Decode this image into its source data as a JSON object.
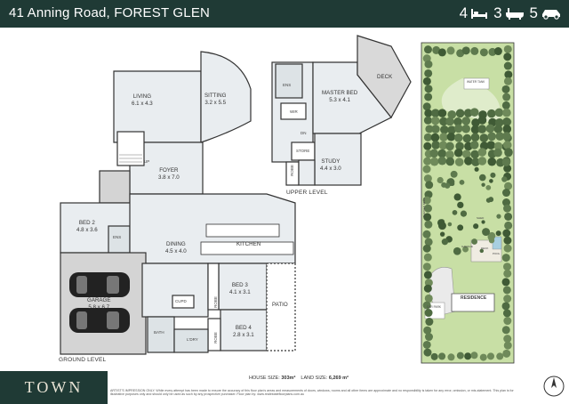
{
  "header": {
    "address": "41 Anning Road, FOREST GLEN",
    "bedrooms": "4",
    "bathrooms": "3",
    "car_spaces": "5",
    "icons": [
      "bed-icon",
      "bath-icon",
      "car-icon"
    ]
  },
  "ground_level": {
    "label": "GROUND LEVEL",
    "rooms": {
      "living_name": "LIVING",
      "living_dim": "6.1 x 4.3",
      "sitting_name": "SITTING",
      "sitting_dim": "3.2 x 5.5",
      "foyer_name": "FOYER",
      "foyer_dim": "3.8 x 7.0",
      "bed2_name": "BED 2",
      "bed2_dim": "4.8 x 3.6",
      "ens": "ENS",
      "dining_name": "DINING",
      "dining_dim": "4.5 x 4.0",
      "kitchen": "KITCHEN",
      "garage_name": "GARAGE",
      "garage_dim": "5.8 x 6.7",
      "bed3_name": "BED 3",
      "bed3_dim": "4.1 x 3.1",
      "bed4_name": "BED 4",
      "bed4_dim": "2.8 x 3.1",
      "patio": "PATIO",
      "cupd": "CUPD",
      "bath": "BATH",
      "ldry": "L'DRY",
      "robe": "ROBE",
      "robe2": "ROBE",
      "up": "UP"
    }
  },
  "upper_level": {
    "label": "UPPER LEVEL",
    "rooms": {
      "ens": "ENS",
      "wir": "WIR",
      "master_name": "MASTER BED",
      "master_dim": "5.3 x 4.1",
      "deck": "DECK",
      "store": "STORE",
      "study_name": "STUDY",
      "study_dim": "4.4 x 3.0",
      "robe": "ROBE",
      "dn": "DN"
    }
  },
  "site": {
    "residence": "RESIDENCE",
    "water_tank": "WATER TANK",
    "car_park": "CAR PARK",
    "garden_beds": "GARDEN BEDS",
    "shed": "SHED",
    "pool": "POOL",
    "deck": "DECK",
    "garage": "GARAGE"
  },
  "footer": {
    "logo": "TOWN",
    "house_size_label": "HOUSE SIZE:",
    "house_size": "303m²",
    "land_size_label": "LAND SIZE:",
    "land_size": "6,269 m²",
    "disclaimer": "ARTIST'S IMPRESSION ONLY. While every attempt has been made to ensure the accuracy of this floor plan's areas and measurements of doors, windows, rooms and all other items are approximate and no responsibility is taken for any error, omission, or mis-statement. This plan is for illustrative purposes only and should only be used as such by any prospective purchaser. Floor plan by: www.realestatefloorplans.com.au"
  },
  "colors": {
    "header_bg": "#1f3a35",
    "wall": "#333333",
    "floor": "#e9edf0",
    "garage_bg": "#d4d4d4",
    "grass": "#c8dfa5",
    "tree_dark": "#5e7a4e"
  }
}
